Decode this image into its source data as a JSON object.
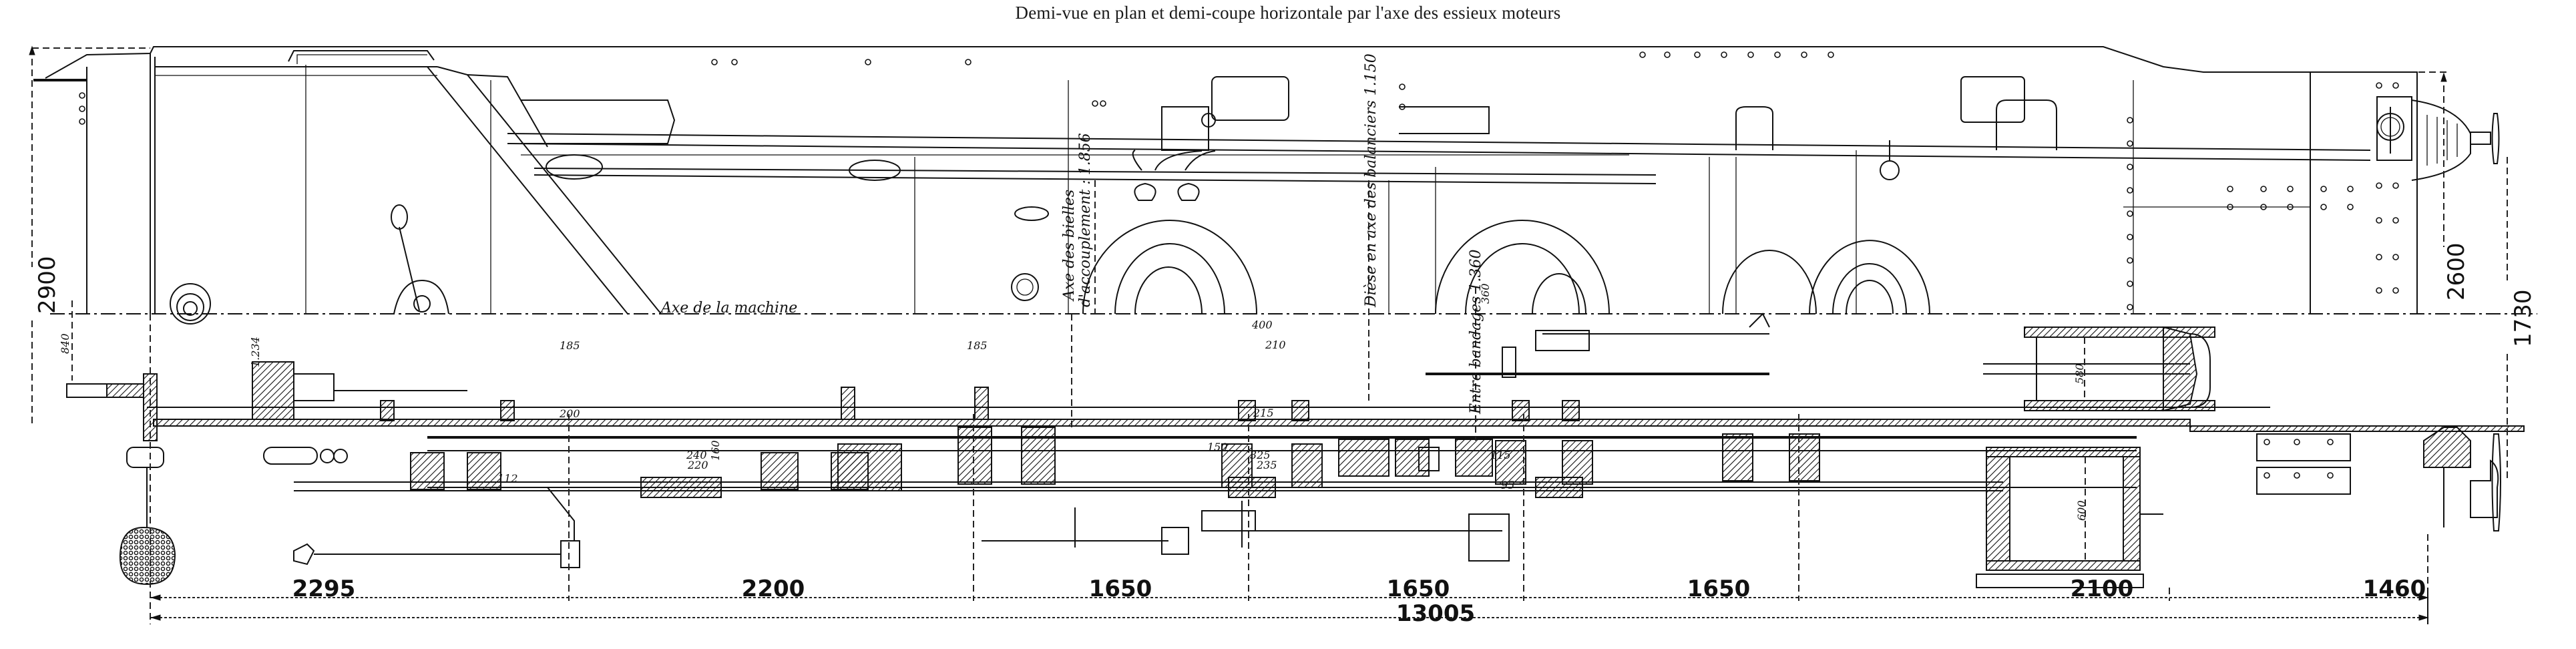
{
  "title": "Demi-vue en plan et demi-coupe horizontale par l'axe des essieux moteurs",
  "axis_label": "Axe de la machine",
  "annotations": {
    "bielles": "Axe des bielles",
    "bielles_ratio": "d'accouplement : 1.856",
    "balanciers": "Dièse en axe des balanciers 1.150",
    "dièse_axe": "Dièse en axe des",
    "bandages": "Entre bandages 1.360",
    "ratio_left": "1.234"
  },
  "vertical_dimensions": {
    "left_height": "2900",
    "left_small": "840",
    "right_height": "2600",
    "right_axis": "1730"
  },
  "horizontal_dimensions": {
    "segments": [
      "2295",
      "2200",
      "1650",
      "1650",
      "1650",
      "2100",
      "1460"
    ],
    "overall": "13005"
  },
  "detail_dimensions": {
    "d185a": "185",
    "d185b": "185",
    "d200": "200",
    "d240": "240",
    "d220": "220",
    "d160": "160",
    "d115": "115",
    "d112": "112",
    "d210": "210",
    "d215": "215",
    "d400": "400",
    "d325": "325",
    "d235": "235",
    "d150": "150",
    "d95": "95",
    "d580": "580",
    "d600": "600",
    "d360": "360"
  },
  "colors": {
    "ink": "#111111",
    "paper": "#ffffff"
  }
}
